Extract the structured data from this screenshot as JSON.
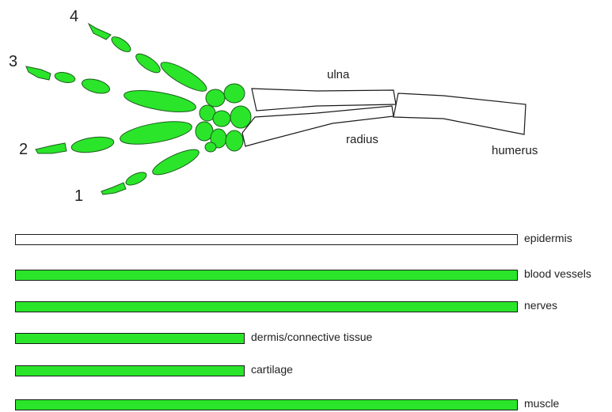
{
  "colors": {
    "bone_fill": "#2be52b",
    "bone_outline": "#1a5c1a",
    "outline": "#1a1a1a"
  },
  "digits": [
    {
      "label": "4"
    },
    {
      "label": "3"
    },
    {
      "label": "2"
    },
    {
      "label": "1"
    }
  ],
  "bones": {
    "ulna": "ulna",
    "radius": "radius",
    "humerus": "humerus"
  },
  "bars": [
    {
      "label": "epidermis",
      "length": 1.0,
      "fill": "#ffffff"
    },
    {
      "label": "blood vessels",
      "length": 1.0,
      "fill": "#2be52b"
    },
    {
      "label": "nerves",
      "length": 1.0,
      "fill": "#2be52b"
    },
    {
      "label": "dermis/connective tissue",
      "length": 0.455,
      "fill": "#2be52b"
    },
    {
      "label": "cartilage",
      "length": 0.455,
      "fill": "#2be52b"
    },
    {
      "label": "muscle",
      "length": 1.0,
      "fill": "#2be52b"
    }
  ]
}
